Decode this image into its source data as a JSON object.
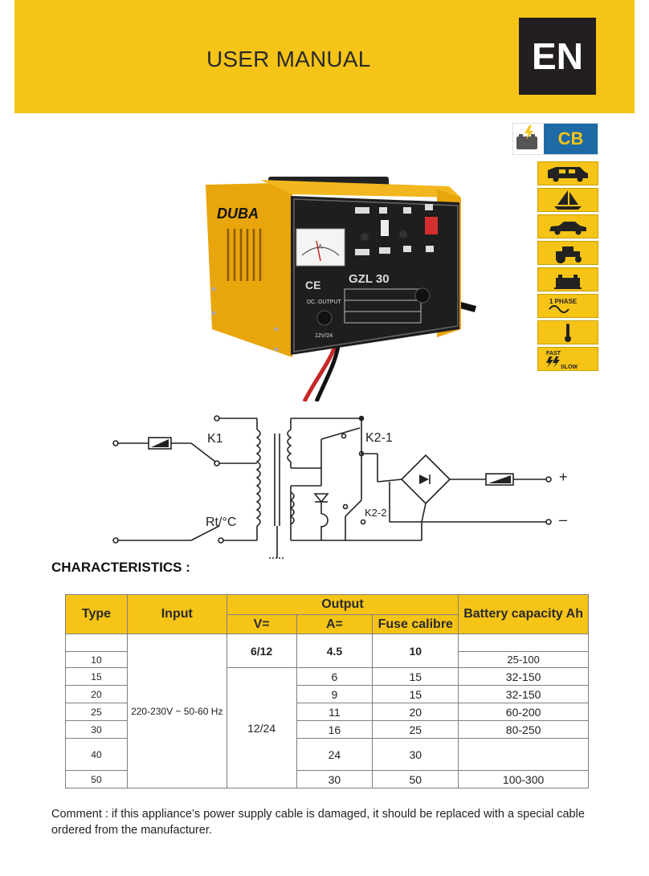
{
  "header": {
    "title": "USER MANUAL",
    "lang": "EN"
  },
  "badge": {
    "label": "CB"
  },
  "side_icons": [
    "van-icon",
    "sailboat-icon",
    "car-icon",
    "tractor-icon",
    "battery-icon",
    "single-phase-icon",
    "thermometer-icon",
    "fast-slow-icon"
  ],
  "side_text": {
    "phase": "1 PHASE",
    "fast": "FAST",
    "slow": "SLOW"
  },
  "product": {
    "brand": "DUBA",
    "model": "GZL 30",
    "ce": "CE",
    "output_label": "DC. OUTPUT",
    "voltage": "12V/24",
    "meter_label": "A"
  },
  "diagram": {
    "k1": "K1",
    "k2_1": "K2-1",
    "k2_2": "K2-2",
    "rtc": "Rt/°C",
    "plus": "+",
    "minus": "–"
  },
  "section_title": "CHARACTERISTICS :",
  "table": {
    "headers": {
      "type": "Type",
      "input": "Input",
      "output": "Output",
      "v": "V=",
      "a": "A=",
      "fuse": "Fuse calibre",
      "battery": "Battery capacity Ah"
    },
    "input_value": "220-230V ~ 50-60 Hz",
    "v_6_12": "6/12",
    "v_12_24": "12/24",
    "row10": {
      "type": "10",
      "a": "4.5",
      "fuse": "10",
      "battery": "25-100"
    },
    "rows": [
      {
        "type": "15",
        "a": "6",
        "fuse": "15",
        "battery": "32-150"
      },
      {
        "type": "20",
        "a": "9",
        "fuse": "15",
        "battery": "32-150"
      },
      {
        "type": "25",
        "a": "11",
        "fuse": "20",
        "battery": "60-200"
      },
      {
        "type": "30",
        "a": "16",
        "fuse": "25",
        "battery": "80-250"
      },
      {
        "type": "40",
        "a": "24",
        "fuse": "30",
        "battery": ""
      },
      {
        "type": "50",
        "a": "30",
        "fuse": "50",
        "battery": "100-300"
      }
    ]
  },
  "comment": "Comment : if this appliance’s power supply cable is damaged, it should be replaced with a special cable ordered from the manufacturer."
}
